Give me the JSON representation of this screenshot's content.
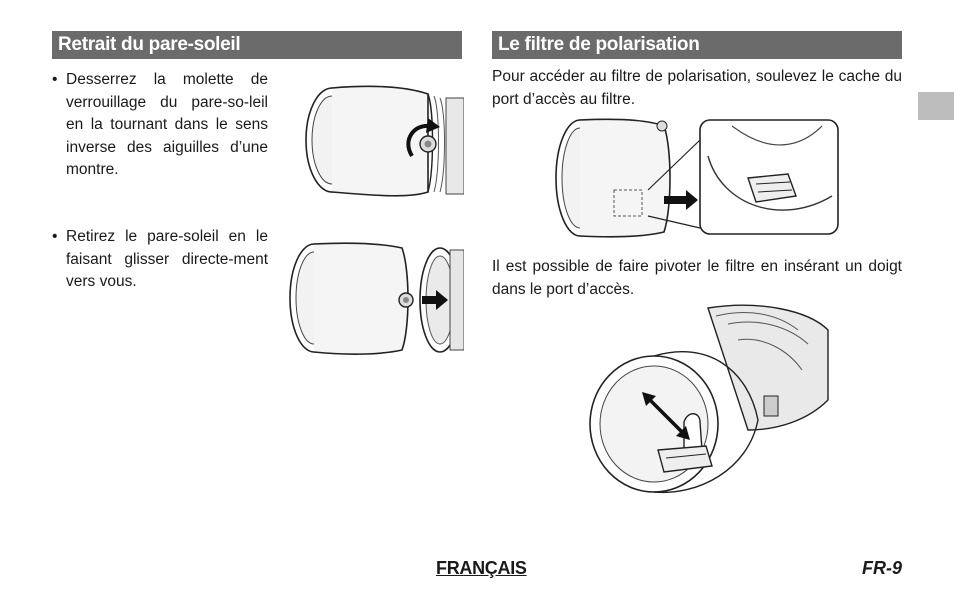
{
  "left_section": {
    "heading": "Retrait du pare-soleil",
    "bullets": [
      "Desserrez la molette de verrouillage du pare-so-leil en la tournant dans le sens inverse des aiguilles d’une montre.",
      "Retirez le pare-soleil en le faisant glisser directe-ment vers vous."
    ],
    "bullet_mark": "•"
  },
  "right_section": {
    "heading": "Le filtre de polarisation",
    "para1": "Pour accéder au filtre de polarisation, soulevez le cache du port d’accès au filtre.",
    "para2": "Il est possible de faire pivoter le filtre en insérant un doigt dans le port d’accès."
  },
  "footer": {
    "language": "FRANÇAIS",
    "page": "FR-9"
  },
  "colors": {
    "heading_bg": "#6b6b6b",
    "side_tab": "#bdbdbd"
  }
}
